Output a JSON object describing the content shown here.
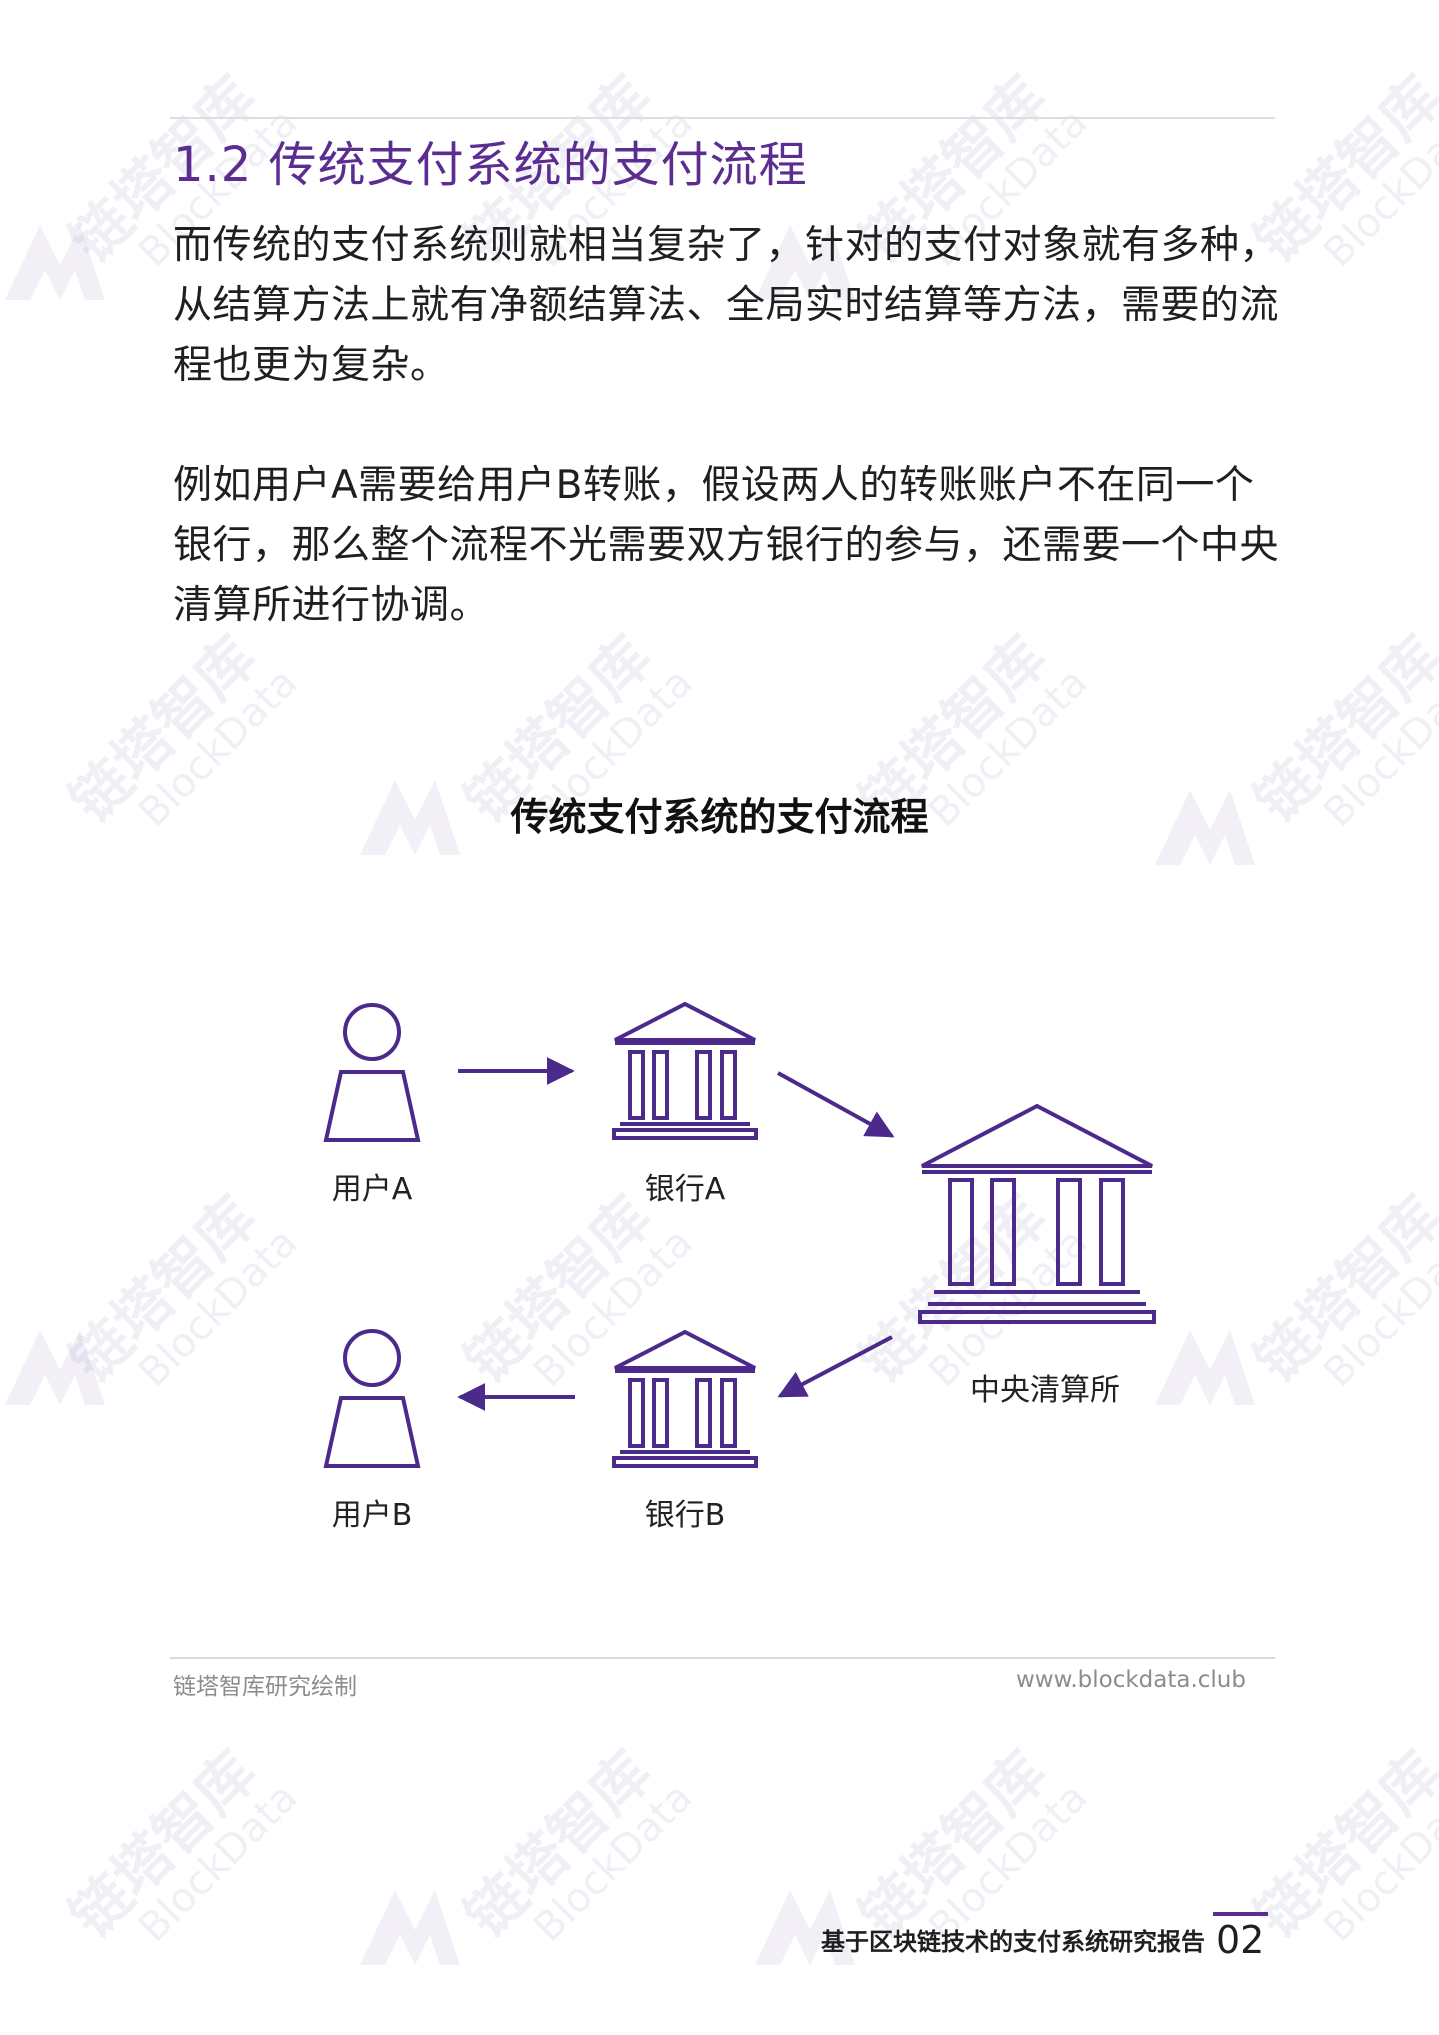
{
  "watermark": {
    "cn": "链塔智库",
    "en": "BlockData"
  },
  "section": {
    "title": "1.2 传统支付系统的支付流程"
  },
  "paragraphs": [
    "而传统的支付系统则就相当复杂了，针对的支付对象就有多种，从结算方法上就有净额结算法、全局实时结算等方法，需要的流程也更为复杂。",
    "例如用户A需要给用户B转账，假设两人的转账账户不在同一个银行，那么整个流程不光需要双方银行的参与，还需要一个中央清算所进行协调。"
  ],
  "diagram": {
    "title": "传统支付系统的支付流程",
    "nodes": {
      "user_a": "用户A",
      "bank_a": "银行A",
      "clearing_house": "中央清算所",
      "bank_b": "银行B",
      "user_b": "用户B"
    },
    "flow": [
      "用户A",
      "银行A",
      "中央清算所",
      "银行B",
      "用户B"
    ],
    "accent_color": "#4b2a8c"
  },
  "footer": {
    "credit": "链塔智库研究绘制",
    "site": "www.blockdata.club",
    "report_title": "基于区块链技术的支付系统研究报告",
    "page_number": "02"
  }
}
